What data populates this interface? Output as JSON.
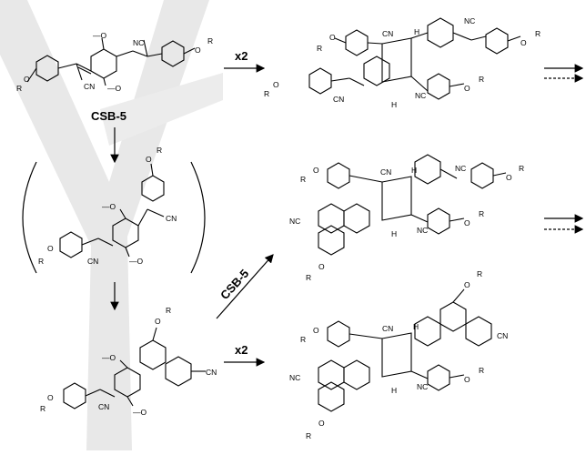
{
  "compound": {
    "name": "CSB-5"
  },
  "labels": {
    "cn": "CN",
    "nc": "NC",
    "o": "O",
    "r": "R",
    "h": "H",
    "methoxy": "—O"
  },
  "arrows": {
    "dimerize_top": "x2",
    "dimerize_bottom": "x2",
    "cross_reagent": "CSB-5"
  },
  "colors": {
    "watermark": "#e6e6e6",
    "ink": "#000000"
  }
}
